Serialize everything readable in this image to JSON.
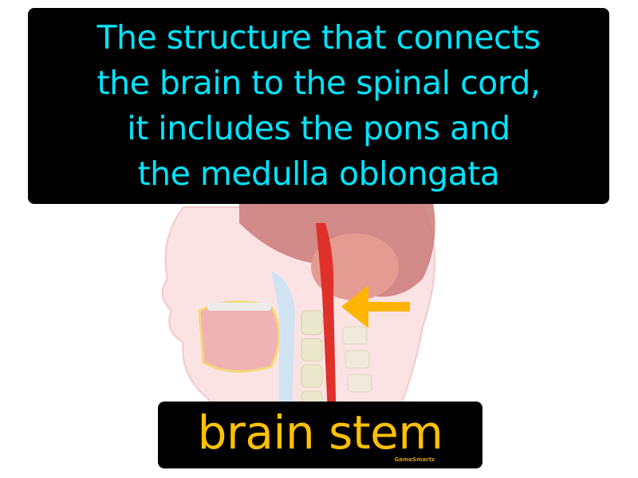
{
  "definition": {
    "text": "The structure that connects\nthe brain to the spinal cord,\nit includes the pons and\nthe medulla oblongata",
    "color": "#00e5ff"
  },
  "term": {
    "text": "brain stem",
    "color": "#ffc000"
  },
  "brand": {
    "text": "GameSmartz"
  },
  "illustration": {
    "subject": "sagittal-head-neck-anatomy",
    "arrow_color": "#ffb400",
    "highlight_color": "#e0302a"
  }
}
